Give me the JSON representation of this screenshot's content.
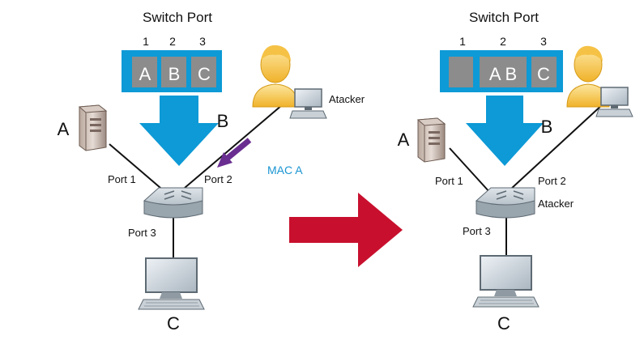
{
  "left": {
    "title": "Switch Port",
    "port_numbers": [
      "1",
      "2",
      "3"
    ],
    "table_cells": [
      "A",
      "B",
      "C"
    ],
    "host_a_label": "A",
    "host_b_label": "B",
    "host_c_label": "C",
    "port1_label": "Port 1",
    "port2_label": "Port 2",
    "port3_label": "Port 3",
    "attacker_label": "Atacker",
    "mac_label": "MAC A"
  },
  "right": {
    "title": "Switch Port",
    "port_numbers": [
      "1",
      "2",
      "3"
    ],
    "table_cells": [
      "",
      "A B",
      "C"
    ],
    "host_a_label": "A",
    "host_b_label": "B",
    "host_c_label": "C",
    "port1_label": "Port 1",
    "port2_label": "Port 2",
    "port3_label": "Port 3",
    "attacker_label": "Atacker"
  },
  "colors": {
    "table_blue": "#0d9ad6",
    "cell_gray": "#8c8c8c",
    "arrow_blue": "#0d9ad6",
    "mac_arrow": "#6a2e91",
    "mac_text": "#1a95d2",
    "transition_arrow": "#c8102e"
  }
}
